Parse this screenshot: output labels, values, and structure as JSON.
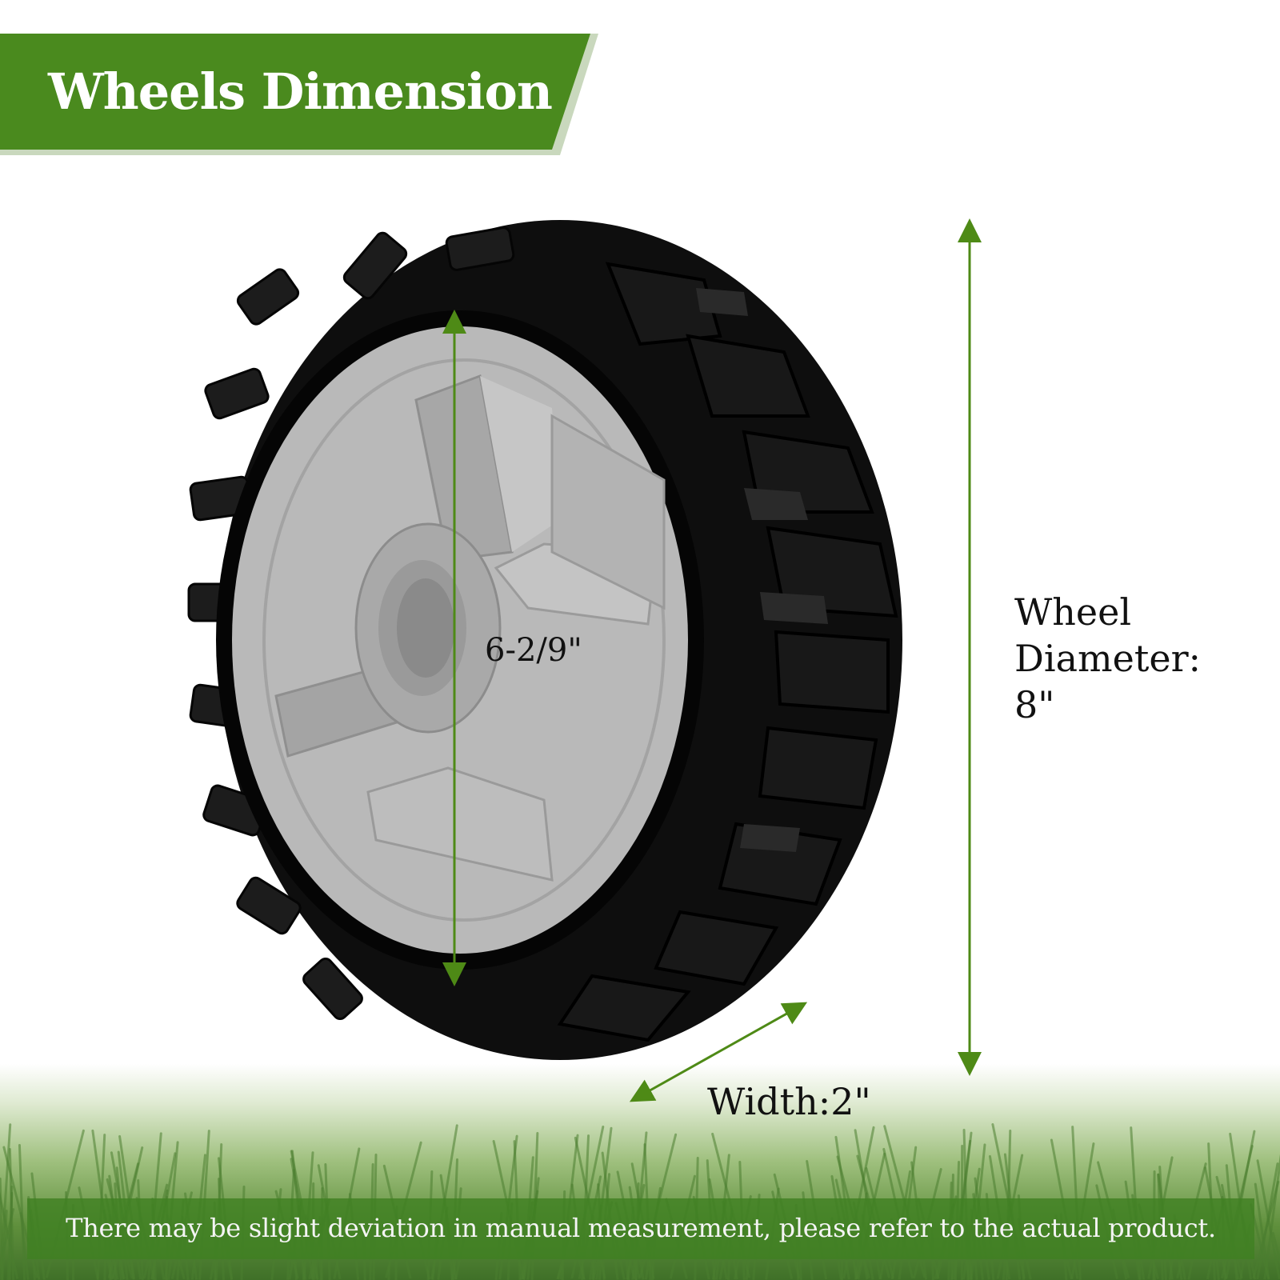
{
  "banner": {
    "title": "Wheels Dimension"
  },
  "dimensions": {
    "hub_diameter": "6-2/9\"",
    "wheel_diameter_line1": "Wheel",
    "wheel_diameter_line2": "Diameter:",
    "wheel_diameter_line3": "8\"",
    "width": "Width:2\""
  },
  "footer": {
    "note": "There may be slight deviation in manual measurement, please refer to the actual product."
  },
  "colors": {
    "brand_green": "#4a8a1e",
    "arrow_green": "#4e8a16",
    "tire": "#121212",
    "hub_gray": "#b9b9b9"
  }
}
